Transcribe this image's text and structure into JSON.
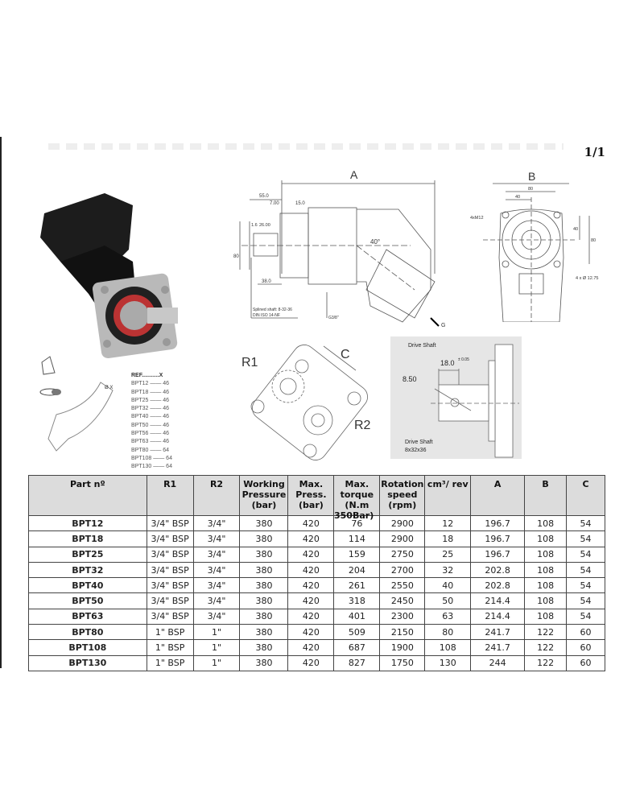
{
  "page_number": "1/1",
  "drawing_side": {
    "dim_A": "A",
    "dim_55": "55.0",
    "dim_7": "7.00",
    "dim_15": "15.0",
    "dim_1_6": "1.6",
    "dim_26": "26.00",
    "dim_80": "80",
    "dim_38": "38.0",
    "angle": "40°",
    "spline_note_1": "Splined shaft: 8-32-36",
    "spline_note_2": "DIN ISO 14-NF",
    "port": "G3/8\"",
    "arrow_G": "G"
  },
  "drawing_front": {
    "dim_B": "B",
    "dim_80": "80",
    "dim_40": "40",
    "thread": "4xM12",
    "dim_v40": "40",
    "dim_v80": "80",
    "holes": "4 x Ø 12.75"
  },
  "drawing_ports": {
    "r1": "R1",
    "r2": "R2",
    "c": "C"
  },
  "drawing_shaft": {
    "title": "Drive Shaft",
    "dim_18": "18.0",
    "tol": "± 0.05",
    "dim_850": "8.50",
    "footer_1": "Drive Shaft",
    "footer_2": "8x32x36"
  },
  "fitting": {
    "dia_label": "Ø X"
  },
  "ref_list": {
    "header": "REF...........X",
    "items": [
      "BPT12 —— 46",
      "BPT18 —— 46",
      "BPT25 —— 46",
      "BPT32 —— 46",
      "BPT40 —— 46",
      "BPT50 —— 46",
      "BPT56 —— 46",
      "BPT63 —— 46",
      "BPT80 —— 64",
      "BPT108 —— 64",
      "BPT130 —— 64"
    ]
  },
  "table": {
    "headers": [
      "Part nº",
      "R1",
      "R2",
      "Working Pressure (bar)",
      "Max. Press. (bar)",
      "Max. torque (N.m",
      "Rotation speed (rpm)",
      "cm³/ rev",
      "A",
      "B",
      "C"
    ],
    "torque_overflow": "350Bar)",
    "rows": [
      [
        "BPT12",
        "3/4\" BSP",
        "3/4\"",
        "380",
        "420",
        "76",
        "2900",
        "12",
        "196.7",
        "108",
        "54"
      ],
      [
        "BPT18",
        "3/4\" BSP",
        "3/4\"",
        "380",
        "420",
        "114",
        "2900",
        "18",
        "196.7",
        "108",
        "54"
      ],
      [
        "BPT25",
        "3/4\" BSP",
        "3/4\"",
        "380",
        "420",
        "159",
        "2750",
        "25",
        "196.7",
        "108",
        "54"
      ],
      [
        "BPT32",
        "3/4\" BSP",
        "3/4\"",
        "380",
        "420",
        "204",
        "2700",
        "32",
        "202.8",
        "108",
        "54"
      ],
      [
        "BPT40",
        "3/4\" BSP",
        "3/4\"",
        "380",
        "420",
        "261",
        "2550",
        "40",
        "202.8",
        "108",
        "54"
      ],
      [
        "BPT50",
        "3/4\" BSP",
        "3/4\"",
        "380",
        "420",
        "318",
        "2450",
        "50",
        "214.4",
        "108",
        "54"
      ],
      [
        "BPT63",
        "3/4\" BSP",
        "3/4\"",
        "380",
        "420",
        "401",
        "2300",
        "63",
        "214.4",
        "108",
        "54"
      ],
      [
        "BPT80",
        "1\" BSP",
        "1\"",
        "380",
        "420",
        "509",
        "2150",
        "80",
        "241.7",
        "122",
        "60"
      ],
      [
        "BPT108",
        "1\" BSP",
        "1\"",
        "380",
        "420",
        "687",
        "1900",
        "108",
        "241.7",
        "122",
        "60"
      ],
      [
        "BPT130",
        "1\" BSP",
        "1\"",
        "380",
        "420",
        "827",
        "1750",
        "130",
        "244",
        "122",
        "60"
      ]
    ]
  }
}
